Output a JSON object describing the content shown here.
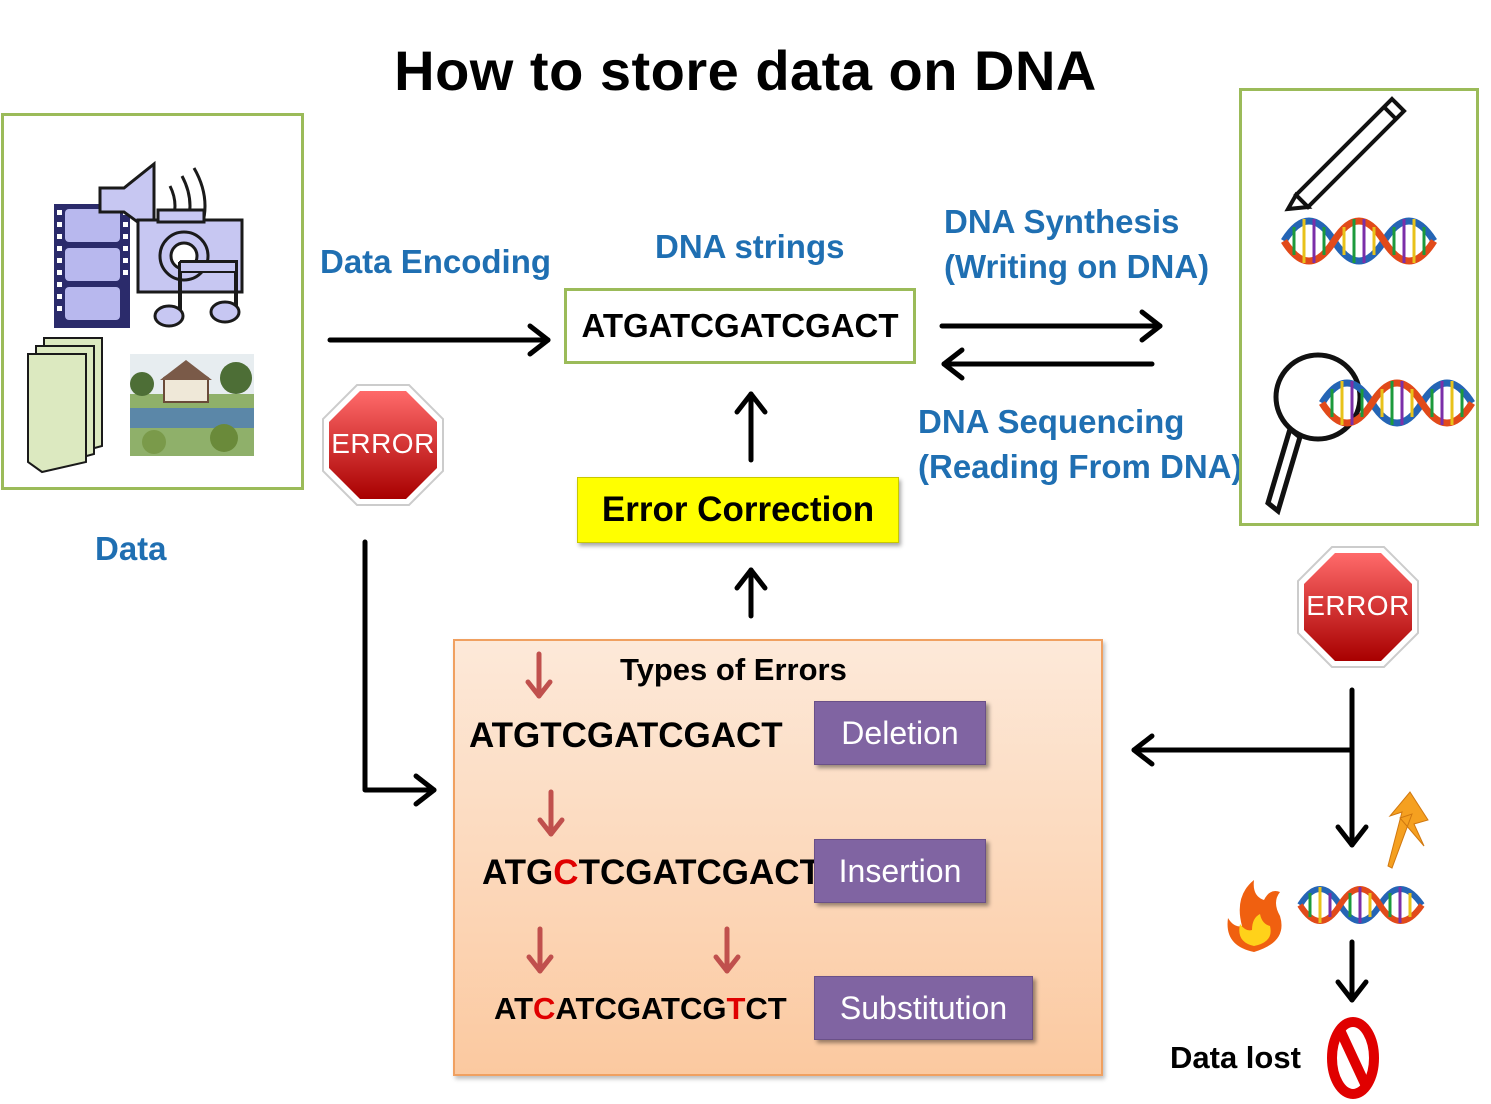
{
  "title": "How to store data on DNA",
  "labels": {
    "data": "Data",
    "data_encoding": "Data Encoding",
    "dna_strings": "DNA strings",
    "dna_synthesis_line1": "DNA Synthesis",
    "dna_synthesis_line2": "(Writing on DNA)",
    "dna_sequencing_line1": "DNA Sequencing",
    "dna_sequencing_line2": "(Reading From DNA)",
    "data_lost": "Data lost"
  },
  "dna_string": "ATGATCGATCGACT",
  "error_correction": "Error Correction",
  "error_sign_left": "ERROR",
  "error_sign_right": "ERROR",
  "errors_panel": {
    "title": "Types of Errors",
    "deletion": {
      "seq": "ATGTCGATCGACT",
      "label": "Deletion"
    },
    "insertion": {
      "seq_a": "ATG",
      "seq_b": "C",
      "seq_c": "TCGATCGACT",
      "label": "Insertion"
    },
    "substitution": {
      "seq_a": "AT",
      "seq_b": "C",
      "seq_c": "ATCGATCG",
      "seq_d": "T",
      "seq_e": "CT",
      "label": "Substitution"
    }
  },
  "colors": {
    "label_blue": "#1f6fb2",
    "box_green": "#9bbb59",
    "error_red": "#e00000",
    "tag_purple": "#8064a2",
    "ec_yellow": "#ffff00"
  },
  "icons": [
    "video-film-icon",
    "speaker-icon",
    "camera-icon",
    "music-note-icon",
    "documents-icon",
    "photo-icon",
    "pencil-icon",
    "magnifier-icon",
    "dna-helix-icon",
    "fire-icon",
    "lightning-icon",
    "no-symbol-icon",
    "stop-sign-icon"
  ]
}
